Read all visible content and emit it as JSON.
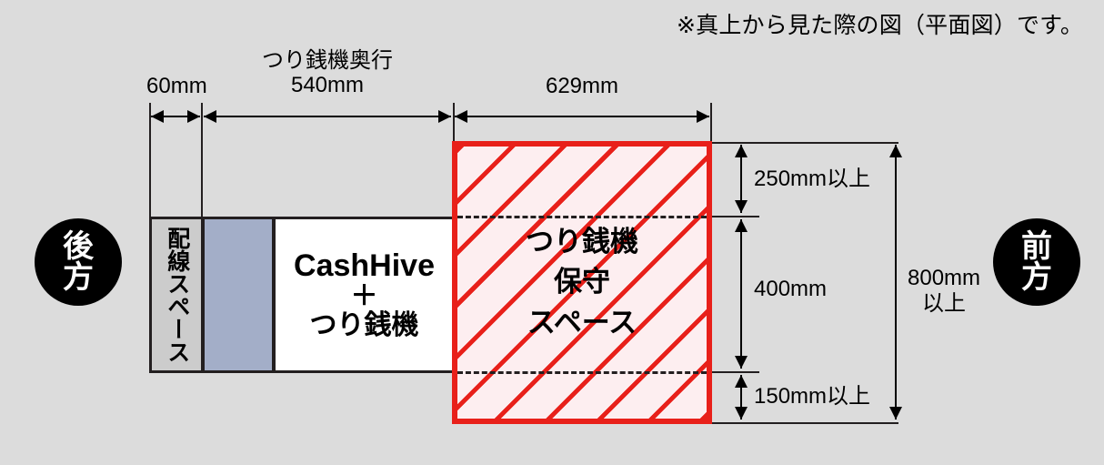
{
  "note": {
    "text": "※真上から見た際の図（平面図）です。"
  },
  "horizontal_dimensions": [
    {
      "id": "wiring",
      "label": "60mm",
      "caption": ""
    },
    {
      "id": "changer_depth",
      "label": "540mm",
      "caption": "つり銭機奥行"
    },
    {
      "id": "maintenance",
      "label": "629mm",
      "caption": ""
    }
  ],
  "vertical_dimensions": [
    {
      "id": "top_clearance",
      "label": "250mm以上"
    },
    {
      "id": "device_width",
      "label": "400mm"
    },
    {
      "id": "bottom_clearance",
      "label": "150mm以上"
    },
    {
      "id": "total",
      "label_line1": "800mm",
      "label_line2": "以上"
    }
  ],
  "direction_markers": {
    "rear": {
      "line1": "後",
      "line2": "方"
    },
    "front": {
      "line1": "前",
      "line2": "方"
    }
  },
  "boxes": {
    "wiring_space": {
      "label": "配線スペース",
      "color": "#cccccc"
    },
    "blue_block": {
      "label": "",
      "color": "#a3aec8"
    },
    "device": {
      "line1": "CashHive",
      "line2": "＋",
      "line3": "つり銭機",
      "color": "#ffffff"
    },
    "maintenance_area": {
      "line1": "つり銭機",
      "line2": "保守",
      "line3": "スペース",
      "border_color": "#e8201a",
      "fill_color": "#fdeef0"
    }
  },
  "colors": {
    "background": "#dcdcdc",
    "outline": "#231f20",
    "accent_red": "#e8201a"
  }
}
